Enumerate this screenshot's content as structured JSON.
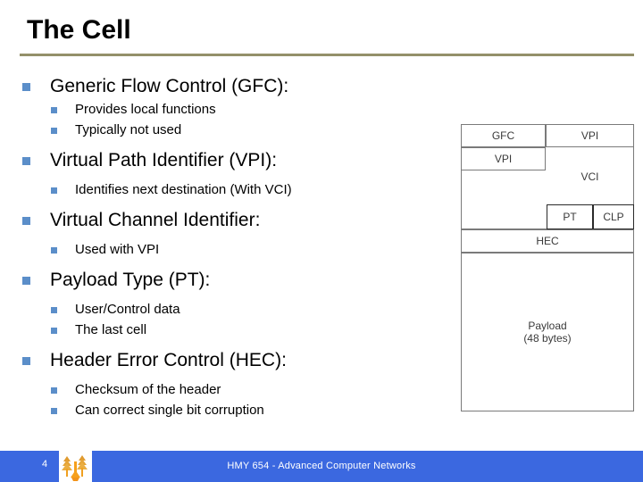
{
  "slide": {
    "title": "The Cell",
    "rule_color": "#94906a",
    "background": "#ffffff"
  },
  "bullets": [
    {
      "level": 1,
      "text": "Generic Flow Control (GFC):",
      "children": [
        {
          "level": 2,
          "text": "Provides local functions"
        },
        {
          "level": 2,
          "text": "Typically not used"
        }
      ]
    },
    {
      "level": 1,
      "text": "Virtual Path Identifier (VPI):",
      "children": [
        {
          "level": 2,
          "text": "Identifies next destination (With VCI)"
        }
      ]
    },
    {
      "level": 1,
      "text": "Virtual Channel Identifier:",
      "children": [
        {
          "level": 2,
          "text": "Used with VPI"
        }
      ]
    },
    {
      "level": 1,
      "text": "Payload Type (PT):",
      "children": [
        {
          "level": 2,
          "text": "User/Control data"
        },
        {
          "level": 2,
          "text": "The last cell"
        }
      ]
    },
    {
      "level": 1,
      "text": "Header Error Control (HEC):",
      "children": [
        {
          "level": 2,
          "text": "Checksum of the header"
        },
        {
          "level": 2,
          "text": "Can correct single bit corruption"
        }
      ]
    }
  ],
  "bullet_marker_color": "#5b8ec9",
  "diagram": {
    "name": "atm-cell-format",
    "fields": {
      "gfc": "GFC",
      "vpi_row1": "VPI",
      "vpi_row2": "VPI",
      "vci": "VCI",
      "pt": "PT",
      "clp": "CLP",
      "hec": "HEC",
      "payload_title": "Payload",
      "payload_size": "(48 bytes)"
    },
    "border_color": "#7a7a7a"
  },
  "footer": {
    "page_number": "4",
    "course_text": "HMY 654 - Advanced Computer Networks",
    "bar_color": "#3b68e0",
    "logo_name": "university-tree-logo"
  }
}
